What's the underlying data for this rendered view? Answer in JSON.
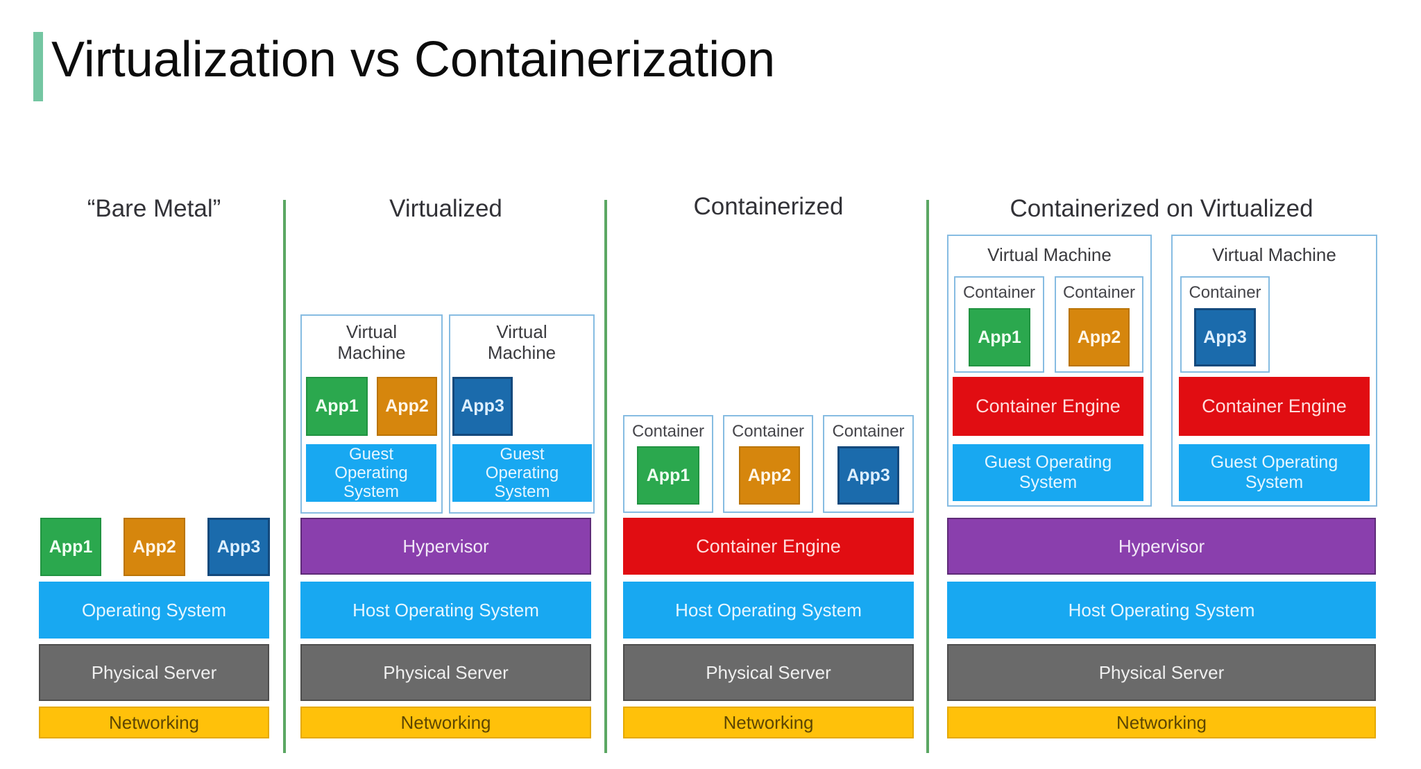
{
  "title": "Virtualization vs Containerization",
  "columns": {
    "bare_metal": {
      "header": "“Bare Metal”",
      "apps": [
        {
          "label": "App1"
        },
        {
          "label": "App2"
        },
        {
          "label": "App3"
        }
      ],
      "os": "Operating System",
      "physical": "Physical Server",
      "networking": "Networking"
    },
    "virtualized": {
      "header": "Virtualized",
      "vms": [
        {
          "label": "Virtual Machine",
          "apps": [
            {
              "label": "App1"
            },
            {
              "label": "App2"
            }
          ],
          "guest_os": "Guest Operating System"
        },
        {
          "label": "Virtual Machine",
          "apps": [
            {
              "label": "App3"
            }
          ],
          "guest_os": "Guest Operating System"
        }
      ],
      "hypervisor": "Hypervisor",
      "host_os": "Host Operating System",
      "physical": "Physical Server",
      "networking": "Networking"
    },
    "containerized": {
      "header": "Containerized",
      "containers": [
        {
          "label": "Container",
          "app": {
            "label": "App1"
          }
        },
        {
          "label": "Container",
          "app": {
            "label": "App2"
          }
        },
        {
          "label": "Container",
          "app": {
            "label": "App3"
          }
        }
      ],
      "engine": "Container Engine",
      "host_os": "Host Operating System",
      "physical": "Physical Server",
      "networking": "Networking"
    },
    "containerized_on_virtualized": {
      "header": "Containerized on Virtualized",
      "vms": [
        {
          "label": "Virtual Machine",
          "containers": [
            {
              "label": "Container",
              "app": {
                "label": "App1"
              }
            },
            {
              "label": "Container",
              "app": {
                "label": "App2"
              }
            }
          ],
          "engine": "Container Engine",
          "guest_os": "Guest Operating System"
        },
        {
          "label": "Virtual Machine",
          "containers": [
            {
              "label": "Container",
              "app": {
                "label": "App3"
              }
            }
          ],
          "engine": "Container Engine",
          "guest_os": "Guest Operating System"
        }
      ],
      "hypervisor": "Hypervisor",
      "host_os": "Host Operating System",
      "physical": "Physical Server",
      "networking": "Networking"
    }
  },
  "colors": {
    "accent_bar": "#74C6A2",
    "column_divider": "#5BA763",
    "app1_green": "#2BA84E",
    "app2_orange": "#D6860D",
    "app3_blue": "#1B6BAC",
    "os_blue": "#18A8F1",
    "hypervisor_purple": "#8A3FAD",
    "container_engine_red": "#E10D12",
    "physical_server_gray": "#6A6A6A",
    "networking_yellow": "#FFC10A",
    "vm_box_border": "#86BCE2"
  }
}
